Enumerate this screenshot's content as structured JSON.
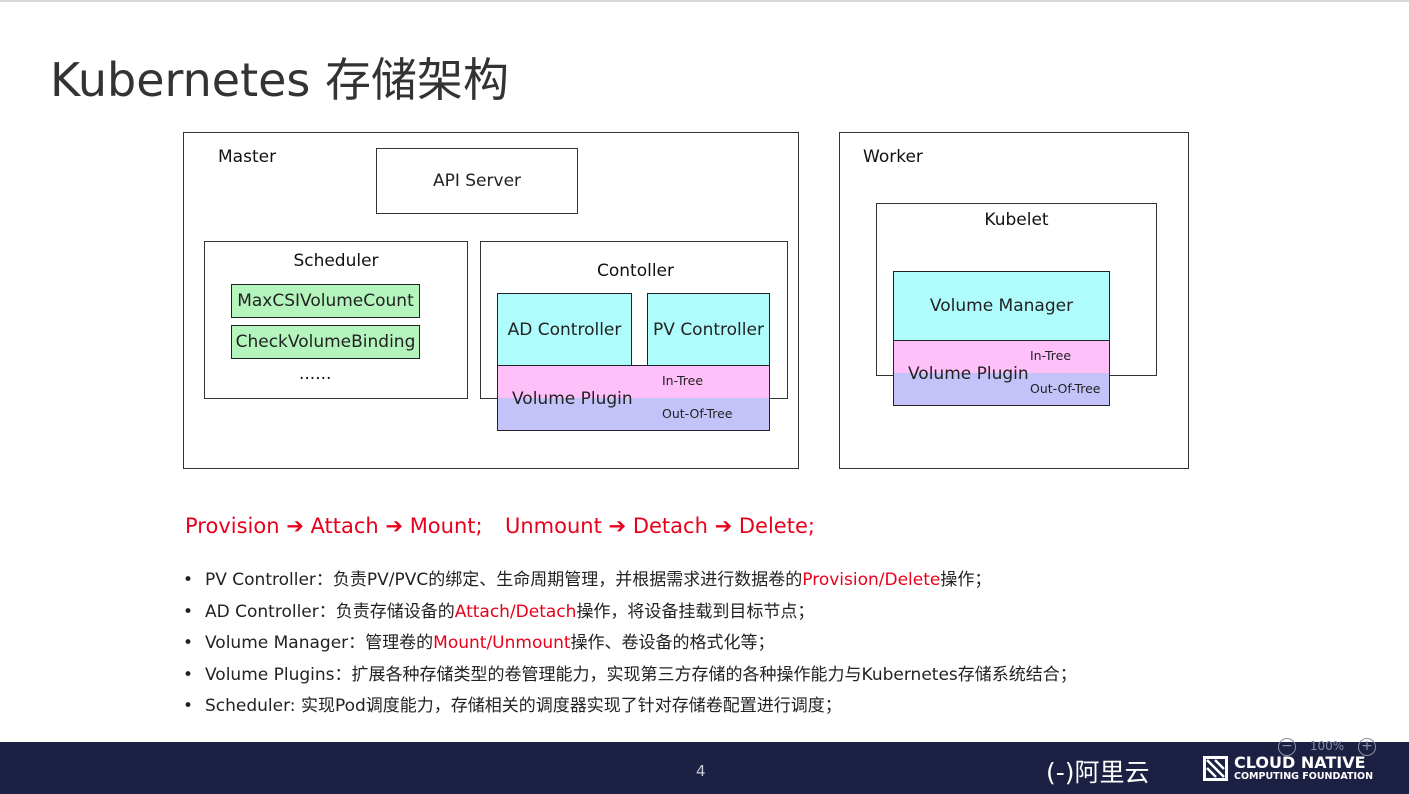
{
  "title": "Kubernetes 存储架构",
  "master": {
    "label": "Master",
    "api_server": "API Server",
    "scheduler": {
      "label": "Scheduler",
      "items": [
        "MaxCSIVolumeCount",
        "CheckVolumeBinding"
      ],
      "more": "......"
    },
    "controller": {
      "label": "Contoller",
      "ad": "AD Controller",
      "pv": "PV Controller",
      "plugin": {
        "name": "Volume Plugin",
        "in_tree": "In-Tree",
        "out_of_tree": "Out-Of-Tree"
      }
    }
  },
  "worker": {
    "label": "Worker",
    "kubelet": "Kubelet",
    "volume_manager": "Volume Manager",
    "plugin": {
      "name": "Volume Plugin",
      "in_tree": "In-Tree",
      "out_of_tree": "Out-Of-Tree"
    }
  },
  "flow": {
    "left": [
      "Provision",
      "Attach",
      "Mount;"
    ],
    "right": [
      "Unmount",
      "Detach",
      "Delete;"
    ],
    "arrow": "➔"
  },
  "bullet_symbol": "•",
  "bullets": [
    {
      "pre": "PV Controller：负责PV/PVC的绑定、生命周期管理，并根据需求进行数据卷的",
      "red": "Provision/Delete",
      "post": "操作；"
    },
    {
      "pre": "AD Controller：负责存储设备的",
      "red": "Attach/Detach",
      "post": "操作，将设备挂载到目标节点；"
    },
    {
      "pre": "Volume Manager：管理卷的",
      "red": "Mount/Unmount",
      "post": "操作、卷设备的格式化等；"
    },
    {
      "pre": "Volume Plugins：扩展各种存储类型的卷管理能力，实现第三方存储的各种操作能力与Kubernetes存储系统结合；",
      "red": "",
      "post": ""
    },
    {
      "pre": "Scheduler: 实现Pod调度能力，存储相关的调度器实现了针对存储卷配置进行调度；",
      "red": "",
      "post": ""
    }
  ],
  "footer": {
    "page_number": "4",
    "zoom": "100%",
    "zoom_minus": "−",
    "zoom_plus": "+",
    "aliyun": "(-)阿里云",
    "cncf_line1": "CLOUD NATIVE",
    "cncf_line2": "COMPUTING FOUNDATION"
  },
  "colors": {
    "accent_red": "#e8001c",
    "green_box": "#b4f5bd",
    "cyan_box": "#aefcfb",
    "in_tree_pink": "#ffbff9",
    "out_of_tree_lavender": "#c3c3f9",
    "footer_navy": "#1c2143"
  }
}
